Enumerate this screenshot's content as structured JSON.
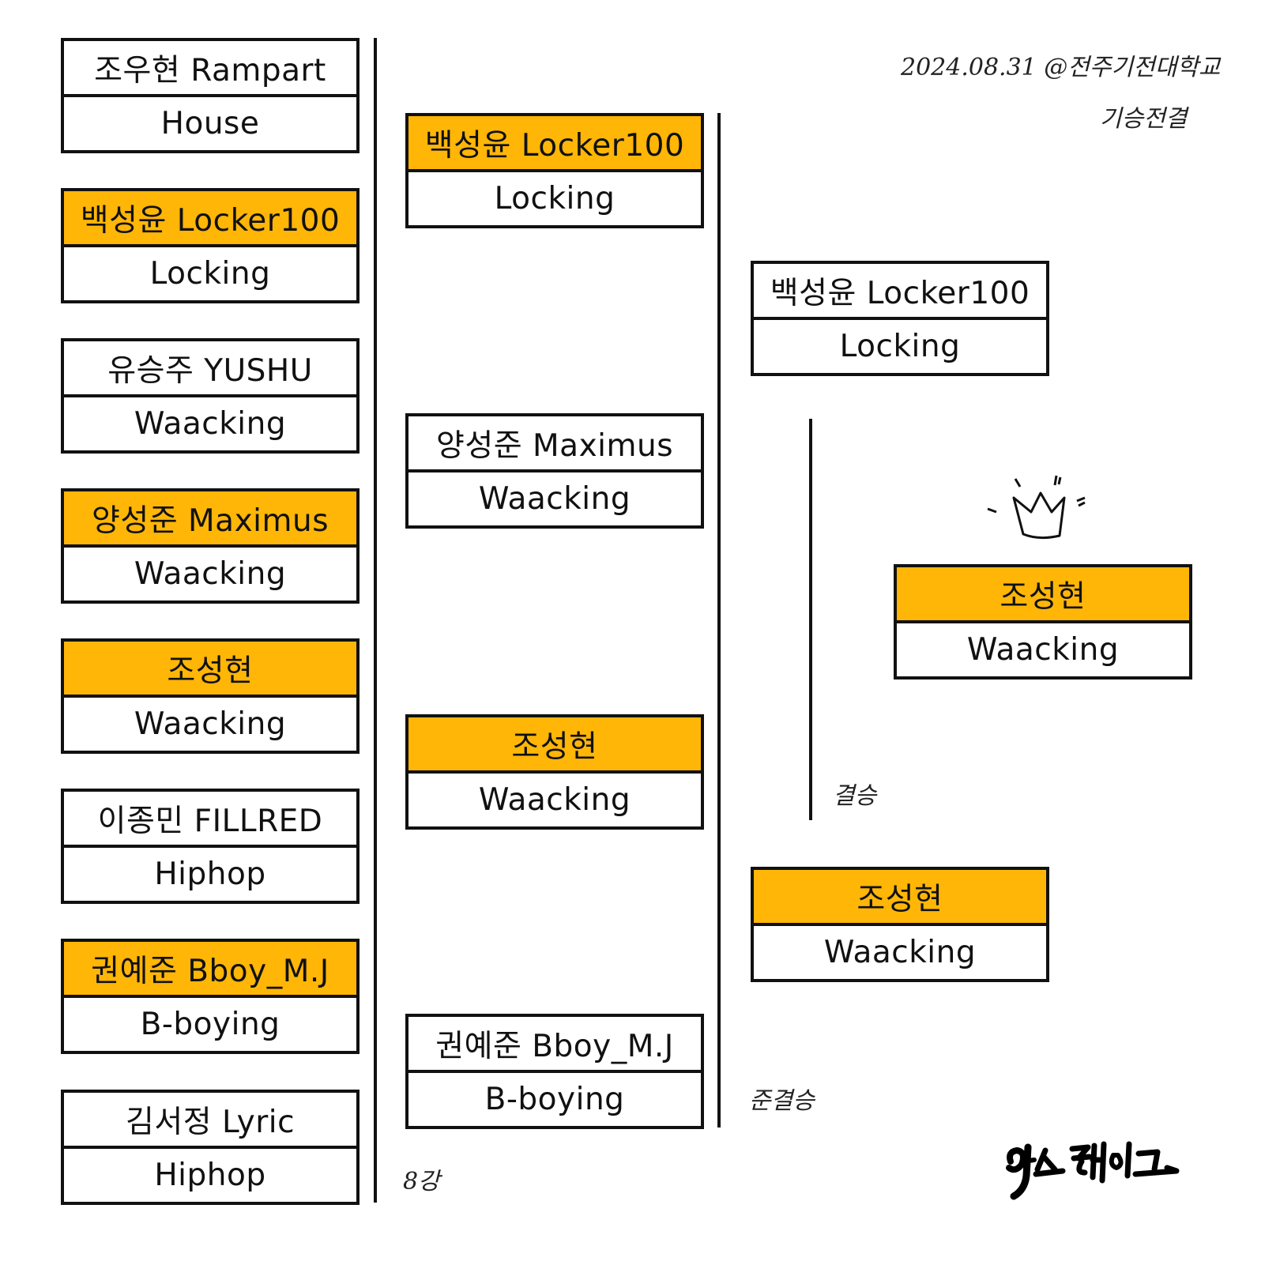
{
  "accent_color": "#FFB607",
  "header": {
    "date_venue": "2024.08.31 @전주기전대학교",
    "event_title": "기승전결"
  },
  "rounds": {
    "round_of_8": {
      "label": "8강",
      "matches": [
        {
          "name": "조우현 Rampart",
          "genre": "House",
          "winner": false
        },
        {
          "name": "백성윤 Locker100",
          "genre": "Locking",
          "winner": true
        },
        {
          "name": "유승주 YUSHU",
          "genre": "Waacking",
          "winner": false
        },
        {
          "name": "양성준  Maximus",
          "genre": "Waacking",
          "winner": true
        },
        {
          "name": "조성현",
          "genre": "Waacking",
          "winner": true
        },
        {
          "name": "이종민 FILLRED",
          "genre": "Hiphop",
          "winner": false
        },
        {
          "name": "권예준 Bboy_M.J",
          "genre": "B-boying",
          "winner": true
        },
        {
          "name": "김서정 Lyric",
          "genre": "Hiphop",
          "winner": false
        }
      ]
    },
    "semifinal": {
      "matches": [
        {
          "name": "백성윤 Locker100",
          "genre": "Locking",
          "winner": true
        },
        {
          "name": "양성준  Maximus",
          "genre": "Waacking",
          "winner": false
        },
        {
          "name": "조성현",
          "genre": "Waacking",
          "winner": true
        },
        {
          "name": "권예준 Bboy_M.J",
          "genre": "B-boying",
          "winner": false
        }
      ]
    },
    "semifinal_label": "준결승",
    "final": {
      "label": "결승",
      "matches": [
        {
          "name": "백성윤 Locker100",
          "genre": "Locking",
          "winner": false
        },
        {
          "name": "조성현",
          "genre": "Waacking",
          "winner": true
        }
      ]
    },
    "champion": {
      "name": "조성현",
      "genre": "Waacking"
    }
  },
  "signature_text": "어스케이크",
  "icons": {
    "crown": "crown-icon"
  }
}
